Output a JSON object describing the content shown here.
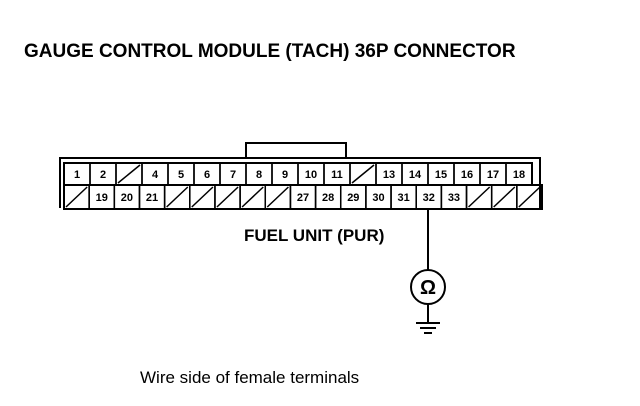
{
  "title": "GAUGE CONTROL MODULE (TACH) 36P CONNECTOR",
  "connector": {
    "row1": [
      "1",
      "2",
      "",
      "4",
      "5",
      "6",
      "7",
      "8",
      "9",
      "10",
      "11",
      "",
      "13",
      "14",
      "15",
      "16",
      "17",
      "18"
    ],
    "row2": [
      "",
      "19",
      "20",
      "21",
      "",
      "",
      "",
      "",
      "",
      "27",
      "28",
      "29",
      "30",
      "31",
      "32",
      "33",
      "",
      "",
      ""
    ]
  },
  "wire_label": "FUEL UNIT (PUR)",
  "meter_symbol": "Ω",
  "caption": "Wire side of female terminals",
  "colors": {
    "line": "#000000",
    "background": "#ffffff"
  }
}
